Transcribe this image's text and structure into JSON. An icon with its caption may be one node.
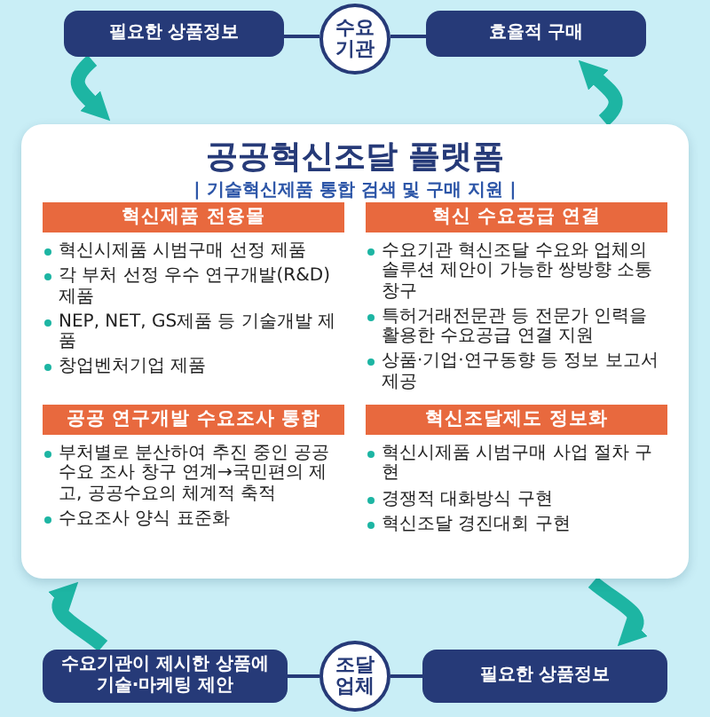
{
  "diagram": {
    "nodes": [
      {
        "text": [
          "필요한 상품정보"
        ]
      },
      {
        "text": [
          "수요 기관"
        ]
      },
      {
        "text": [
          "효율적 구매"
        ]
      },
      {
        "text": [
          "공공혁신조달 플랫폼",
          "| 기술혁신제품 통합 검색 및 구매 지원 |"
        ]
      },
      {
        "text": [
          "혁신제품 전용몰",
          "혁신시제품 시범구매 선정 제품",
          "각 부처 선정 우수 연구개발(R&D) 제품",
          "NEP, NET, GS제품 등 기술개발 제품",
          "창업벤처기업 제품"
        ],
        "in": 3
      },
      {
        "text": [
          "혁신 수요공급 연결",
          "수요기관 혁신조달 수요와 업체의 솔루션 제안이 가능한 쌍방향 소통 창구",
          "특허거래전문관 등 전문가 인력을 활용한 수요공급 연결 지원",
          "상품·기업·연구동향 등 정보 보고서 제공"
        ],
        "in": 3
      },
      {
        "text": [
          "공공 연구개발 수요조사 통합",
          "부처별로 분산하여 추진 중인 공공수요 조사 창구 연계→국민편의 제고, 공공수요의 체계적 축적",
          "수요조사 양식 표준화"
        ],
        "in": 3
      },
      {
        "text": [
          "혁신조달제도 정보화",
          "혁신시제품 시범구매 사업 절차 구현",
          "경쟁적 대화방식 구현",
          "혁신조달 경진대회 구현"
        ],
        "in": 3
      },
      {
        "text": [
          "수요기관이 제시한 상품에 기술·마케팅 제안"
        ]
      },
      {
        "text": [
          "조달 업체"
        ]
      },
      {
        "text": [
          "필요한 상품정보"
        ]
      }
    ],
    "edges": [
      {
        "from": 0,
        "to": 1,
        "arrow": "none"
      },
      {
        "from": 1,
        "to": 2,
        "arrow": "none"
      },
      {
        "from": 0,
        "to": 3,
        "arrow": "to",
        "style": "thick",
        "color": "#1db5a3"
      },
      {
        "from": 3,
        "to": 2,
        "arrow": "to",
        "style": "thick",
        "color": "#1db5a3"
      },
      {
        "from": 8,
        "to": 3,
        "arrow": "to",
        "style": "thick",
        "color": "#1db5a3"
      },
      {
        "from": 3,
        "to": 10,
        "arrow": "to",
        "style": "thick",
        "color": "#1db5a3"
      },
      {
        "from": 8,
        "to": 9,
        "arrow": "none"
      },
      {
        "from": 9,
        "to": 10,
        "arrow": "none"
      }
    ]
  }
}
